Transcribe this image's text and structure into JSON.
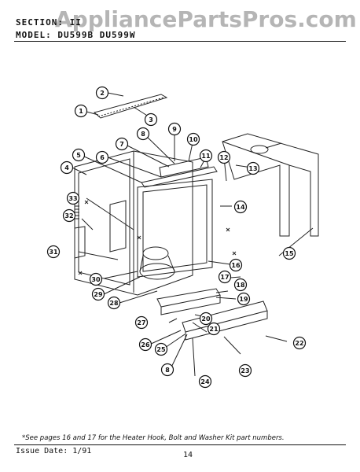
{
  "header": {
    "section": "SECTION: II",
    "model": "MODEL: DU599B DU599W"
  },
  "watermark": "AppliancePartsPros.com",
  "callouts": [
    "1",
    "2",
    "3",
    "4",
    "5",
    "6",
    "7",
    "8",
    "9",
    "10",
    "11",
    "12",
    "13",
    "14",
    "15",
    "16",
    "17",
    "18",
    "19",
    "20",
    "21",
    "22",
    "23",
    "24",
    "25",
    "26",
    "27",
    "28",
    "29",
    "30",
    "31",
    "32",
    "33"
  ],
  "footnote": "*See pages 16 and 17 for the Heater Hook, Bolt and Washer Kit part numbers.",
  "footer": {
    "issue": "Issue Date: 1/91",
    "page": "14"
  }
}
